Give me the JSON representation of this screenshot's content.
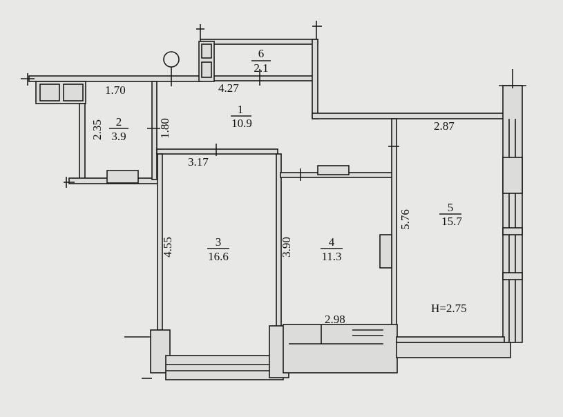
{
  "rooms": [
    {
      "number": "1",
      "area": "10.9"
    },
    {
      "number": "2",
      "area": "3.9"
    },
    {
      "number": "3",
      "area": "16.6"
    },
    {
      "number": "4",
      "area": "11.3"
    },
    {
      "number": "5",
      "area": "15.7"
    },
    {
      "number": "6",
      "area": "2.1"
    }
  ],
  "dimensions": {
    "d170": "1.70",
    "d427": "4.27",
    "d180": "1.80",
    "d235": "2.35",
    "d317": "3.17",
    "d287": "2.87",
    "d455": "4.55",
    "d390": "3.90",
    "d576": "5.76",
    "d298": "2.98"
  },
  "ceiling_height": "H=2.75"
}
